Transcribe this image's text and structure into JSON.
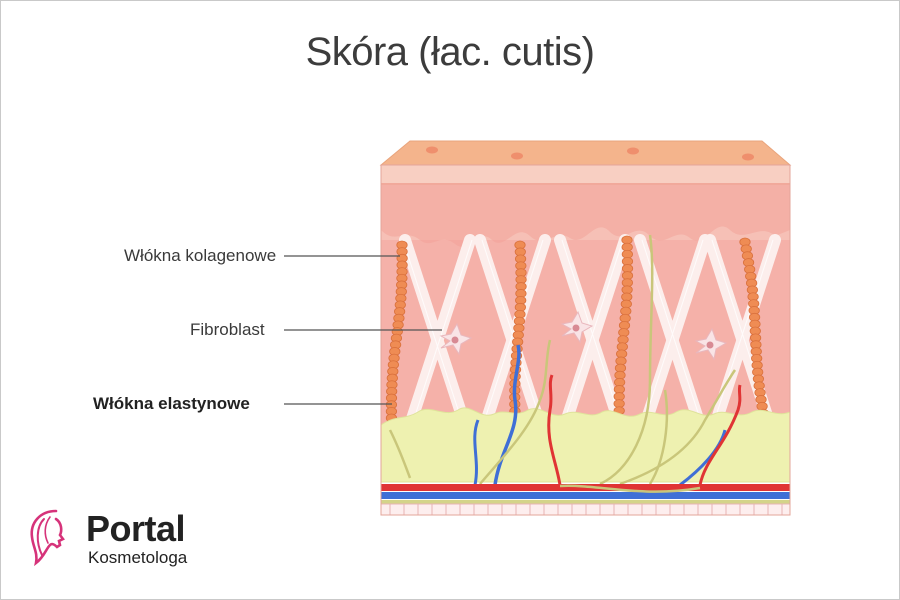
{
  "title": "Skóra (łac. cutis)",
  "labels": {
    "collagen": "Włókna kolagenowe",
    "fibroblast": "Fibroblast",
    "elastin": "Włókna elastynowe"
  },
  "logo": {
    "main": "Portal",
    "sub": "Kosmetologa",
    "accent_color": "#d6337a"
  },
  "colors": {
    "epidermis_top": "#f4b48c",
    "dermis": "#f7c3b9",
    "collagen_fiber": "#ef8c54",
    "adipose": "#eef1b0",
    "artery": "#e03434",
    "vein": "#3f6fd6"
  }
}
